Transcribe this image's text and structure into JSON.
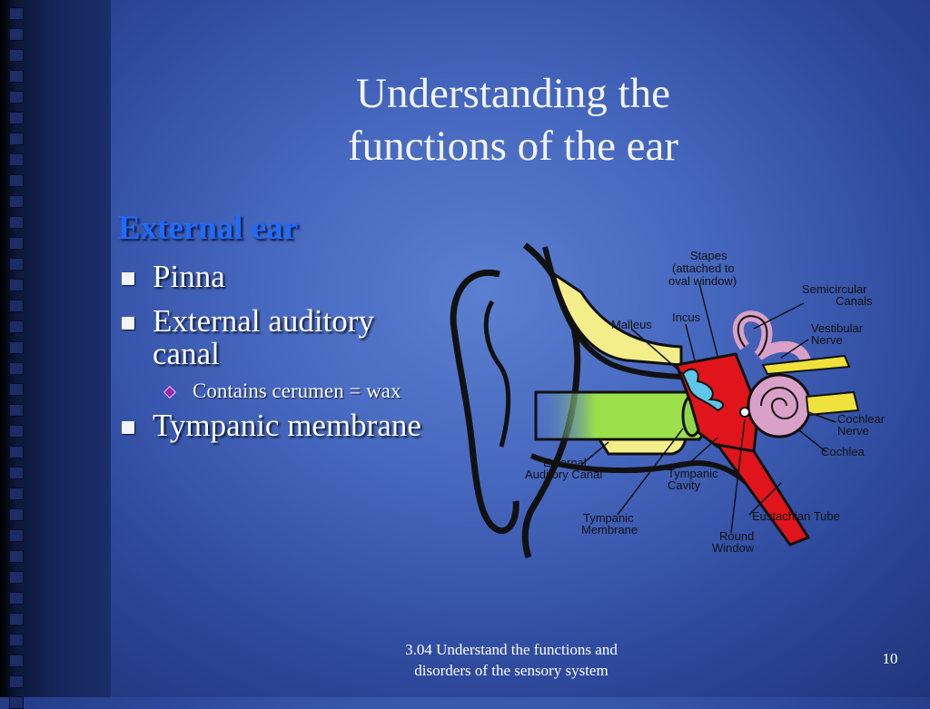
{
  "slide": {
    "title_line1": "Understanding the",
    "title_line2": "functions of the ear",
    "section_heading": "External ear",
    "bullets": [
      {
        "label": "Pinna"
      },
      {
        "label_line1": "External auditory",
        "label_line2": "canal"
      },
      {
        "label": "Tympanic membrane"
      }
    ],
    "sub_bullet": "Contains cerumen = wax",
    "footer_line1": "3.04 Understand the functions and",
    "footer_line2": "disorders of the sensory system",
    "page_number": "10"
  },
  "diagram_labels": {
    "stapes_1": "Stapes",
    "stapes_2": "(attached to",
    "stapes_3": "oval window)",
    "semicircular_1": "Semicircular",
    "semicircular_2": "Canals",
    "incus": "Incus",
    "malleus": "Malleus",
    "vestibular_1": "Vestibular",
    "vestibular_2": "Nerve",
    "cochlear_nerve_1": "Cochlear",
    "cochlear_nerve_2": "Nerve",
    "cochlea": "Cochlea",
    "external_canal_1": "External",
    "external_canal_2": "Auditory Canal",
    "tympanic_cavity_1": "Tympanic",
    "tympanic_cavity_2": "Cavity",
    "tympanic_membrane_1": "Tympanic",
    "tympanic_membrane_2": "Membrane",
    "eustachian": "Eustachian Tube",
    "round_window_1": "Round",
    "round_window_2": "Window"
  },
  "colors": {
    "heading": "#1f6bff",
    "canal_yellow": "#f3ee8a",
    "canal_green": "#9be04a",
    "middle_ear_red": "#e0141b",
    "inner_ear_pink": "#d9a0c8",
    "ossicle_blue": "#5ec6e8"
  }
}
